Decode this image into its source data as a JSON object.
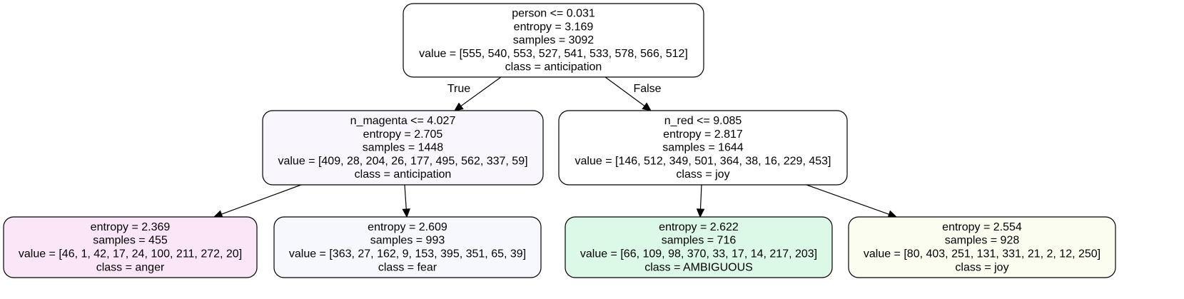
{
  "nodes": [
    {
      "id": "root",
      "lines": [
        "person <= 0.031",
        "entropy = 3.169",
        "samples = 3092",
        "value = [555, 540, 553, 527, 541, 533, 578, 566, 512]",
        "class = anticipation"
      ],
      "fill": "#ffffff"
    },
    {
      "id": "left",
      "lines": [
        "n_magenta <= 4.027",
        "entropy = 2.705",
        "samples = 1448",
        "value = [409, 28, 204, 26, 177, 495, 562, 337, 59]",
        "class = anticipation"
      ],
      "fill": "#faf6fe"
    },
    {
      "id": "right",
      "lines": [
        "n_red <= 9.085",
        "entropy = 2.817",
        "samples = 1644",
        "value = [146, 512, 349, 501, 364, 38, 16, 229, 453]",
        "class = joy"
      ],
      "fill": "#ffffff"
    },
    {
      "id": "ll",
      "lines": [
        "entropy = 2.369",
        "samples = 455",
        "value = [46, 1, 42, 17, 24, 100, 211, 272, 20]",
        "class = anger"
      ],
      "fill": "#fbe6f8"
    },
    {
      "id": "lr",
      "lines": [
        "entropy = 2.609",
        "samples = 993",
        "value = [363, 27, 162, 9, 153, 395, 351, 65, 39]",
        "class = fear"
      ],
      "fill": "#f7f8fe"
    },
    {
      "id": "rl",
      "lines": [
        "entropy = 2.622",
        "samples = 716",
        "value = [66, 109, 98, 370, 33, 17, 14, 217, 203]",
        "class = AMBIGUOUS"
      ],
      "fill": "#dcf9e8"
    },
    {
      "id": "rr",
      "lines": [
        "entropy = 2.554",
        "samples = 928",
        "value = [80, 403, 251, 131, 331, 21, 2, 12, 250]",
        "class = joy"
      ],
      "fill": "#fbfdf1"
    }
  ],
  "edges": [
    {
      "from": "root",
      "to": "left",
      "label": "True"
    },
    {
      "from": "root",
      "to": "right",
      "label": "False"
    },
    {
      "from": "left",
      "to": "ll",
      "label": ""
    },
    {
      "from": "left",
      "to": "lr",
      "label": ""
    },
    {
      "from": "right",
      "to": "rl",
      "label": ""
    },
    {
      "from": "right",
      "to": "rr",
      "label": ""
    }
  ]
}
